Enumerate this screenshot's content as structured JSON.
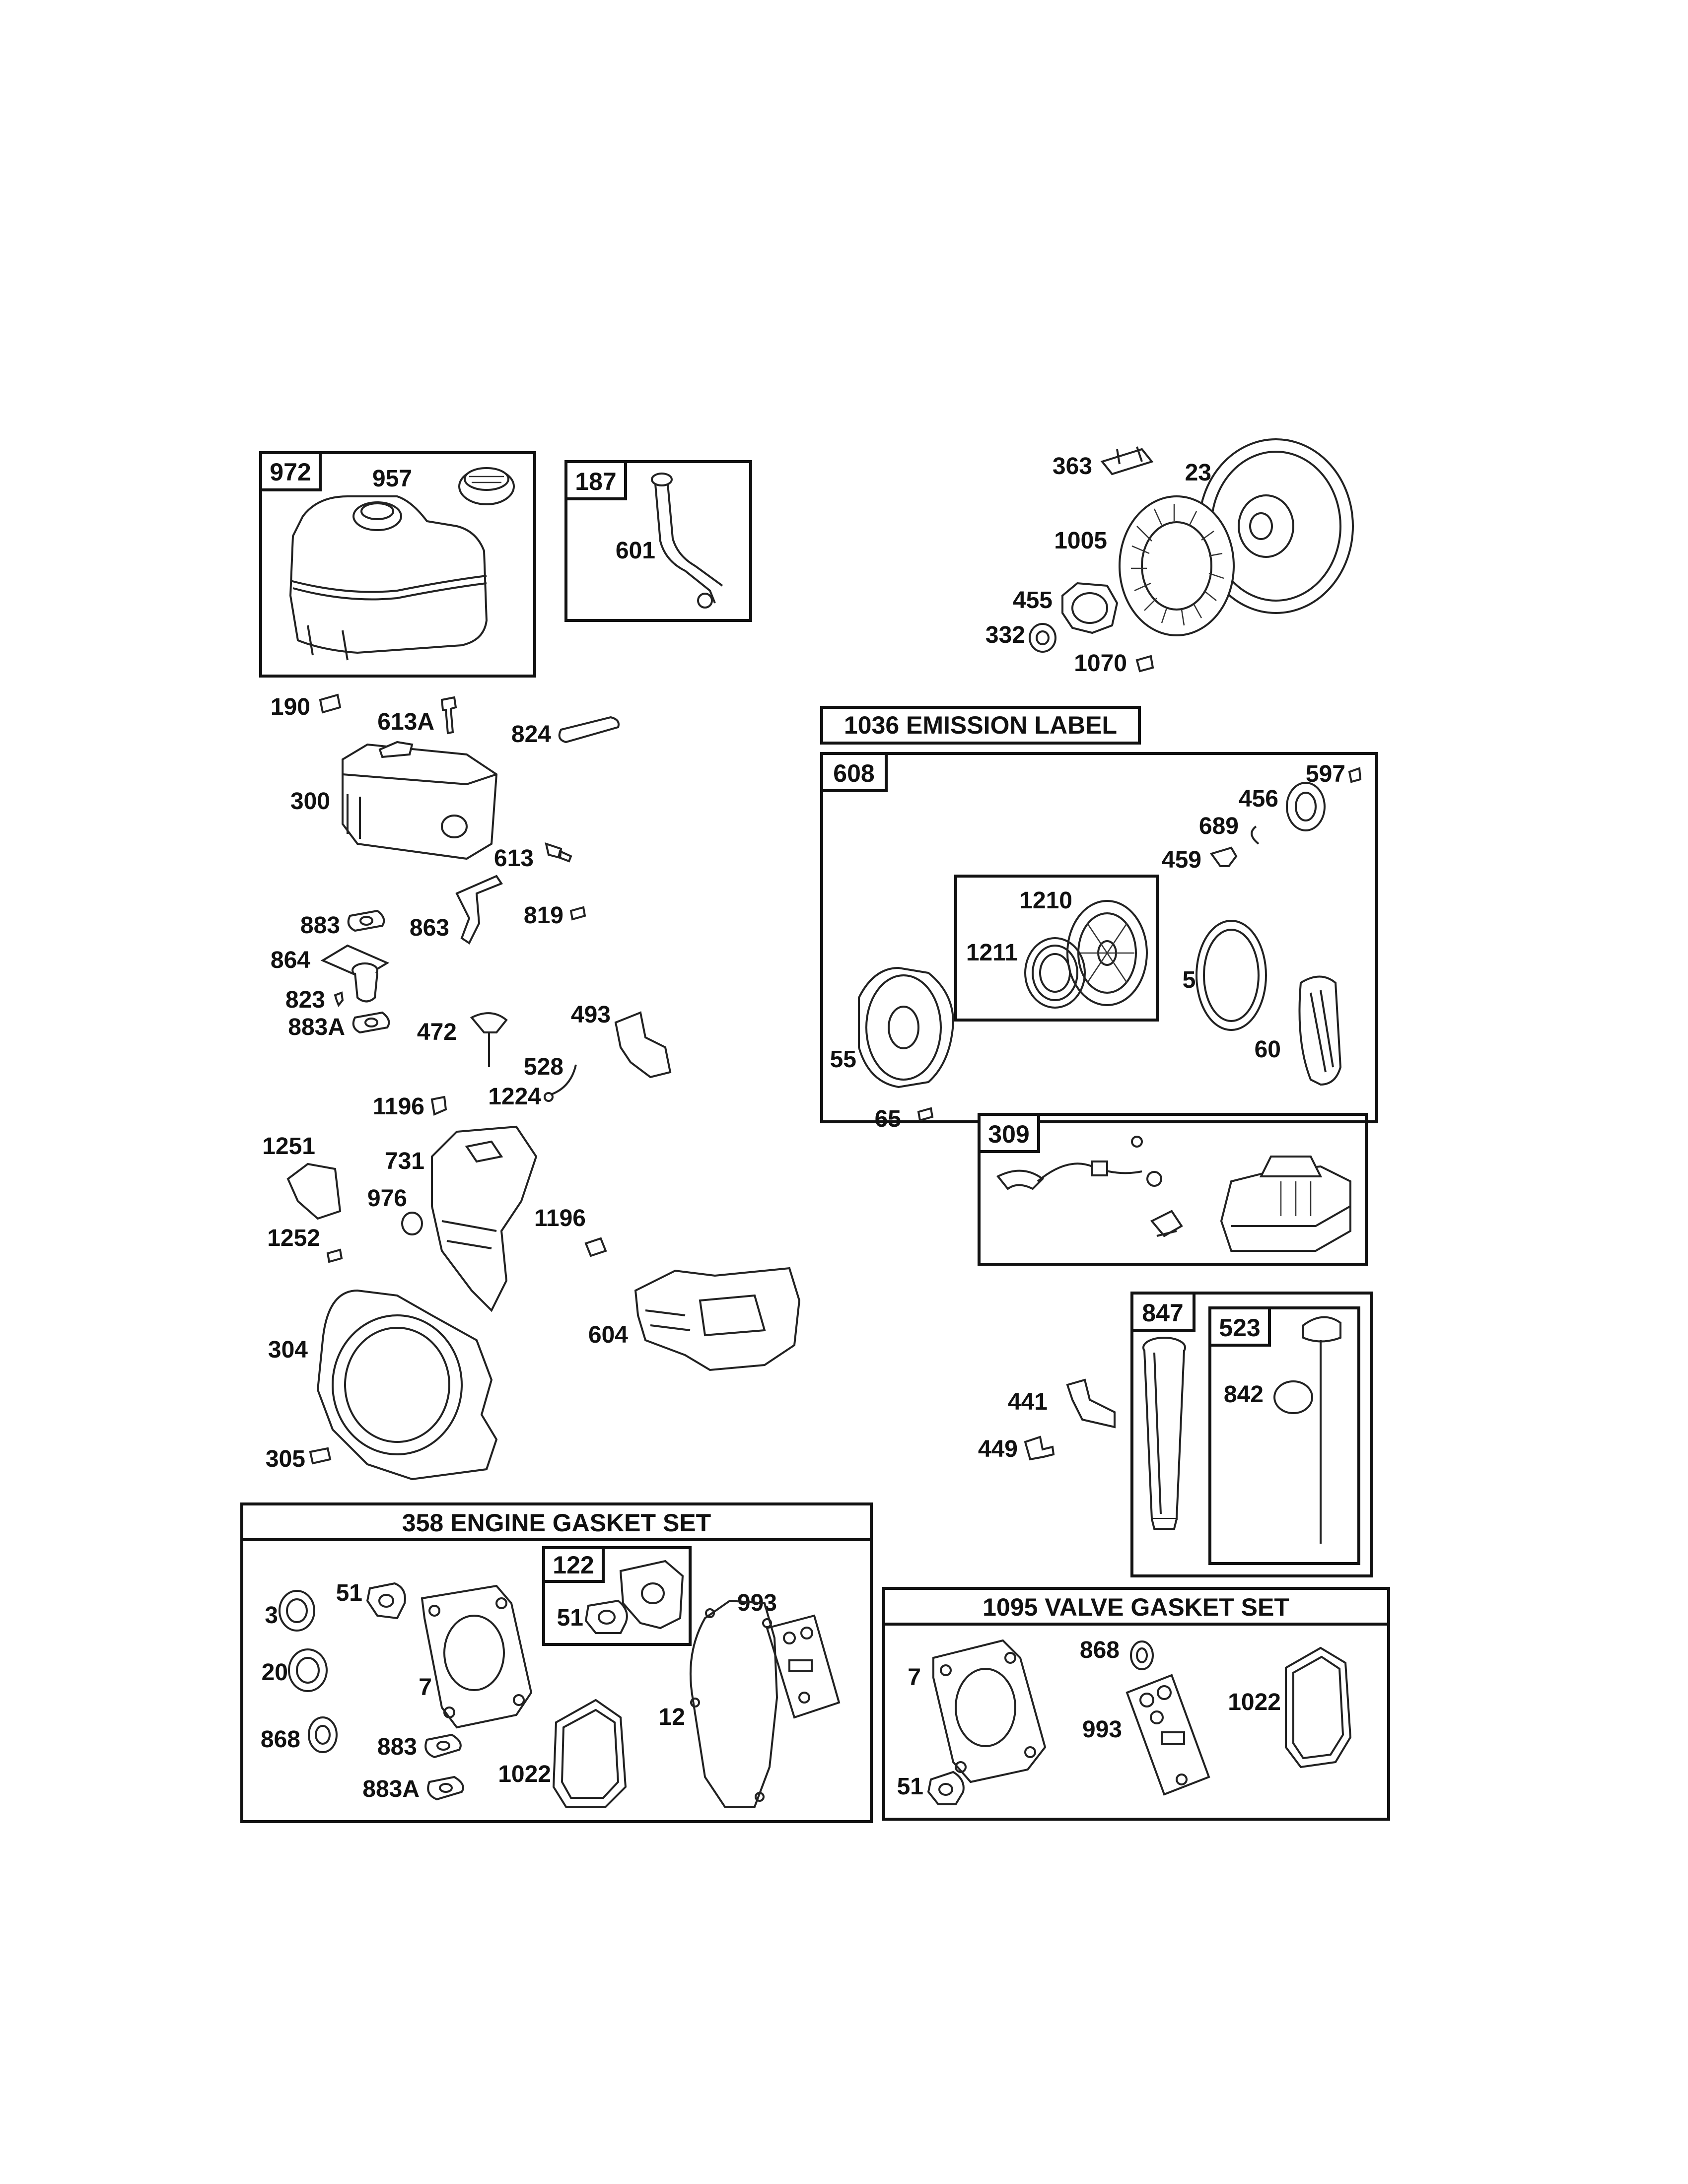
{
  "sections": {
    "fuel_tank": "972",
    "fuel_line": "187",
    "emission_label": "1036 EMISSION LABEL",
    "rewind_starter": "608",
    "starter_pulley": "1210",
    "ignition": "309",
    "dipstick_tube": "847",
    "dipstick": "523",
    "engine_gasket_set": "358 ENGINE GASKET SET",
    "gasket_kit": "122",
    "valve_gasket_set": "1095 VALVE GASKET SET"
  },
  "parts": {
    "p957": "957",
    "p601": "601",
    "p363": "363",
    "p23": "23",
    "p1005": "1005",
    "p455": "455",
    "p332": "332",
    "p1070": "1070",
    "p190": "190",
    "p613A": "613A",
    "p824": "824",
    "p300": "300",
    "p613": "613",
    "p883": "883",
    "p863": "863",
    "p819": "819",
    "p864": "864",
    "p823": "823",
    "p883A": "883A",
    "p472": "472",
    "p493": "493",
    "p528": "528",
    "p1196a": "1196",
    "p1224": "1224",
    "p1251": "1251",
    "p731": "731",
    "p976": "976",
    "p1196b": "1196",
    "p1252": "1252",
    "p604": "604",
    "p304": "304",
    "p305": "305",
    "p597": "597",
    "p456": "456",
    "p689": "689",
    "p459": "459",
    "p1211": "1211",
    "p58": "58",
    "p55": "55",
    "p60": "60",
    "p65": "65",
    "p441": "441",
    "p449": "449",
    "p842": "842",
    "g3": "3",
    "g51": "51",
    "g7": "7",
    "g51b": "51",
    "g993": "993",
    "g20": "20",
    "g868": "868",
    "g883": "883",
    "g12": "12",
    "g1022": "1022",
    "g883A": "883A",
    "v7": "7",
    "v868": "868",
    "v993": "993",
    "v1022": "1022",
    "v51": "51"
  }
}
